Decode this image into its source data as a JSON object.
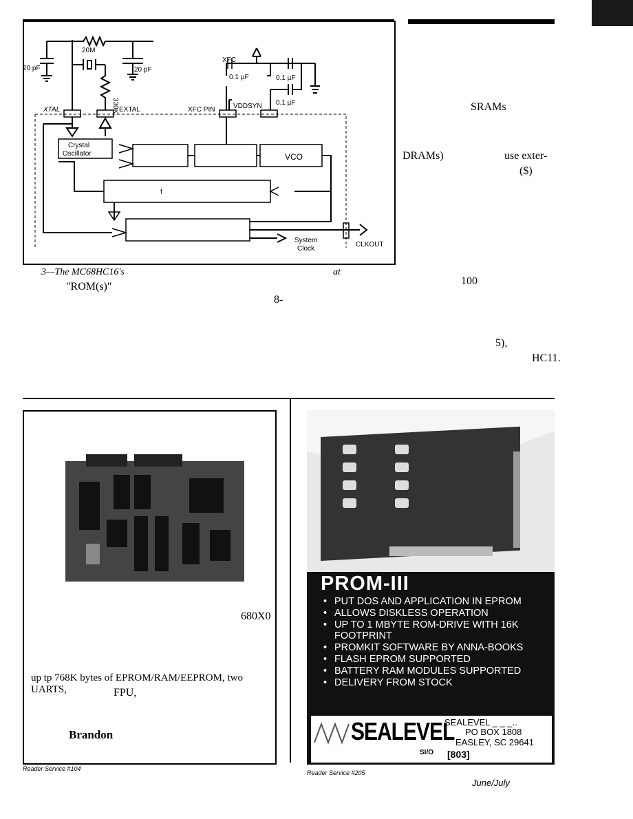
{
  "figure": {
    "labels": {
      "r_top": "20M",
      "c_left": "20 pF",
      "c_right": "20 pF",
      "r_mid": "330K",
      "xtal": "XTAL",
      "extal": "EXTAL",
      "xfc_top": "XFC",
      "cap1": "0.1 µF",
      "cap2": "0.1 µF",
      "cap3": "0.1 µF",
      "vddsyn": "VDDSYN",
      "xfc_pin": "XFC PIN",
      "osc": "Crystal Oscillator",
      "vco": "VCO",
      "fblock": "f",
      "sysclk1": "System",
      "sysclk2": "Clock",
      "clkout": "CLKOUT"
    },
    "caption_lead": "3—The MC68HC16's",
    "caption_at": "at",
    "line2_rom": "\"ROM(s)\"",
    "line2_num": "8-"
  },
  "right_col": {
    "srams": "SRAMs",
    "drams": "DRAMs)",
    "useexter": "use exter-",
    "dollar": "($)",
    "hundred": "100",
    "five": "5),",
    "hc11": "HC11."
  },
  "ad_left": {
    "line_680x0": "680X0",
    "line_memory": "up tp 768K bytes of EPROM/RAM/EEPROM, two UARTS,",
    "line_fpu": "FPU,",
    "line_brandon": "Brandon",
    "reader_service": "Reader Service #104"
  },
  "ad_right": {
    "title": "PROM-III",
    "features": [
      "PUT DOS AND APPLICATION IN EPROM",
      "ALLOWS DISKLESS OPERATION",
      "UP TO 1 MBYTE ROM-DRIVE WITH 16K FOOTPRINT",
      "PROMKIT SOFTWARE BY ANNA-BOOKS",
      "FLASH EPROM SUPPORTED",
      "BATTERY RAM MODULES SUPPORTED",
      "DELIVERY FROM STOCK"
    ],
    "logo_text": "SEALEVEL",
    "brand_small": "SI/O",
    "addr1": "SEALEVEL _ _ _..",
    "addr2": "PO BOX 1808",
    "addr3": "EASLEY, SC 29641",
    "phone": "[803]",
    "reader_service": "Reader Service #205"
  },
  "footer": {
    "date": "June/July"
  }
}
